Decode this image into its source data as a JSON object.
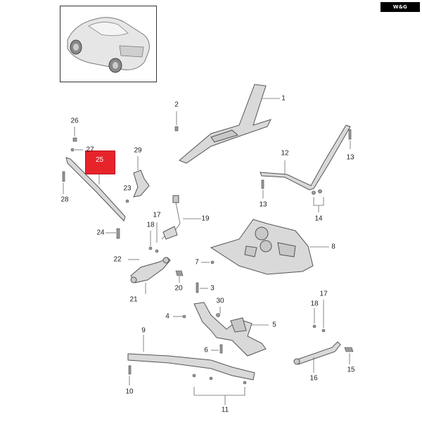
{
  "brand": {
    "badge_text": "W&G"
  },
  "highlight": {
    "label": "25",
    "color": "#e8242b"
  },
  "callouts": [
    {
      "id": "1",
      "text": "1"
    },
    {
      "id": "2",
      "text": "2"
    },
    {
      "id": "3",
      "text": "3"
    },
    {
      "id": "4",
      "text": "4"
    },
    {
      "id": "5",
      "text": "5"
    },
    {
      "id": "6",
      "text": "6"
    },
    {
      "id": "7",
      "text": "7"
    },
    {
      "id": "8",
      "text": "8"
    },
    {
      "id": "9",
      "text": "9"
    },
    {
      "id": "10",
      "text": "10"
    },
    {
      "id": "11",
      "text": "11"
    },
    {
      "id": "12",
      "text": "12"
    },
    {
      "id": "13a",
      "text": "13"
    },
    {
      "id": "13b",
      "text": "13"
    },
    {
      "id": "14",
      "text": "14"
    },
    {
      "id": "15",
      "text": "15"
    },
    {
      "id": "16",
      "text": "16"
    },
    {
      "id": "17a",
      "text": "17"
    },
    {
      "id": "17b",
      "text": "17"
    },
    {
      "id": "18a",
      "text": "18"
    },
    {
      "id": "18b",
      "text": "18"
    },
    {
      "id": "19",
      "text": "19"
    },
    {
      "id": "20",
      "text": "20"
    },
    {
      "id": "21",
      "text": "21"
    },
    {
      "id": "22",
      "text": "22"
    },
    {
      "id": "23",
      "text": "23"
    },
    {
      "id": "24",
      "text": "24"
    },
    {
      "id": "26",
      "text": "26"
    },
    {
      "id": "27",
      "text": "27"
    },
    {
      "id": "28",
      "text": "28"
    },
    {
      "id": "29",
      "text": "29"
    },
    {
      "id": "30",
      "text": "30"
    }
  ],
  "colors": {
    "part_fill": "#d9d9d9",
    "part_stroke": "#555555",
    "leader": "#666666"
  }
}
